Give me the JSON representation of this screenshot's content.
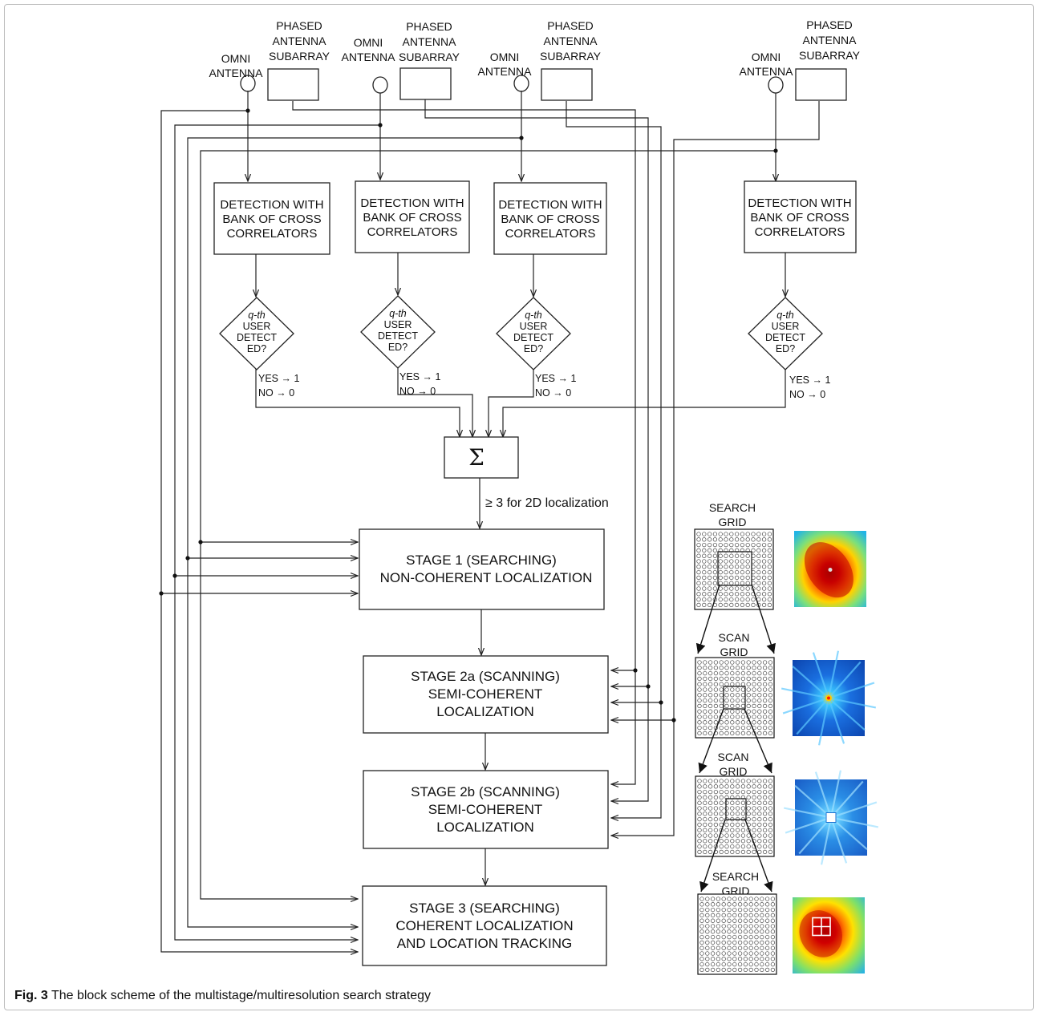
{
  "antennas": {
    "omni_label": [
      "OMNI",
      "ANTENNA"
    ],
    "phased_label": [
      "PHASED",
      "ANTENNA",
      "SUBARRAY"
    ]
  },
  "detection_label": [
    "DETECTION WITH",
    "BANK OF CROSS",
    "CORRELATORS"
  ],
  "decision": {
    "label": [
      "q-th",
      "USER",
      "DETECT",
      "ED?"
    ],
    "yes": "YES → 1",
    "no": "NO → 0"
  },
  "sum_symbol": "Σ",
  "threshold_label": "≥ 3  for 2D localization",
  "stages": [
    {
      "id": "stage-1",
      "lines": [
        "STAGE 1 (SEARCHING)",
        "NON-COHERENT LOCALIZATION"
      ]
    },
    {
      "id": "stage-2a",
      "lines": [
        "STAGE 2a (SCANNING)",
        "SEMI-COHERENT",
        "LOCALIZATION"
      ]
    },
    {
      "id": "stage-2b",
      "lines": [
        "STAGE 2b (SCANNING)",
        "SEMI-COHERENT",
        "LOCALIZATION"
      ]
    },
    {
      "id": "stage-3",
      "lines": [
        "STAGE 3 (SEARCHING)",
        "COHERENT LOCALIZATION",
        "AND LOCATION TRACKING"
      ]
    }
  ],
  "grids": [
    {
      "label": [
        "SEARCH",
        "GRID"
      ],
      "heatmap": "broad-peak"
    },
    {
      "label": [
        "SCAN",
        "GRID"
      ],
      "heatmap": "star-sidelobes"
    },
    {
      "label": [
        "SCAN",
        "GRID"
      ],
      "heatmap": "fine-star"
    },
    {
      "label": [
        "SEARCH",
        "GRID"
      ],
      "heatmap": "coherent-peak"
    }
  ],
  "caption": {
    "bold": "Fig. 3",
    "text": " The block scheme of the multistage/multiresolution search strategy"
  }
}
